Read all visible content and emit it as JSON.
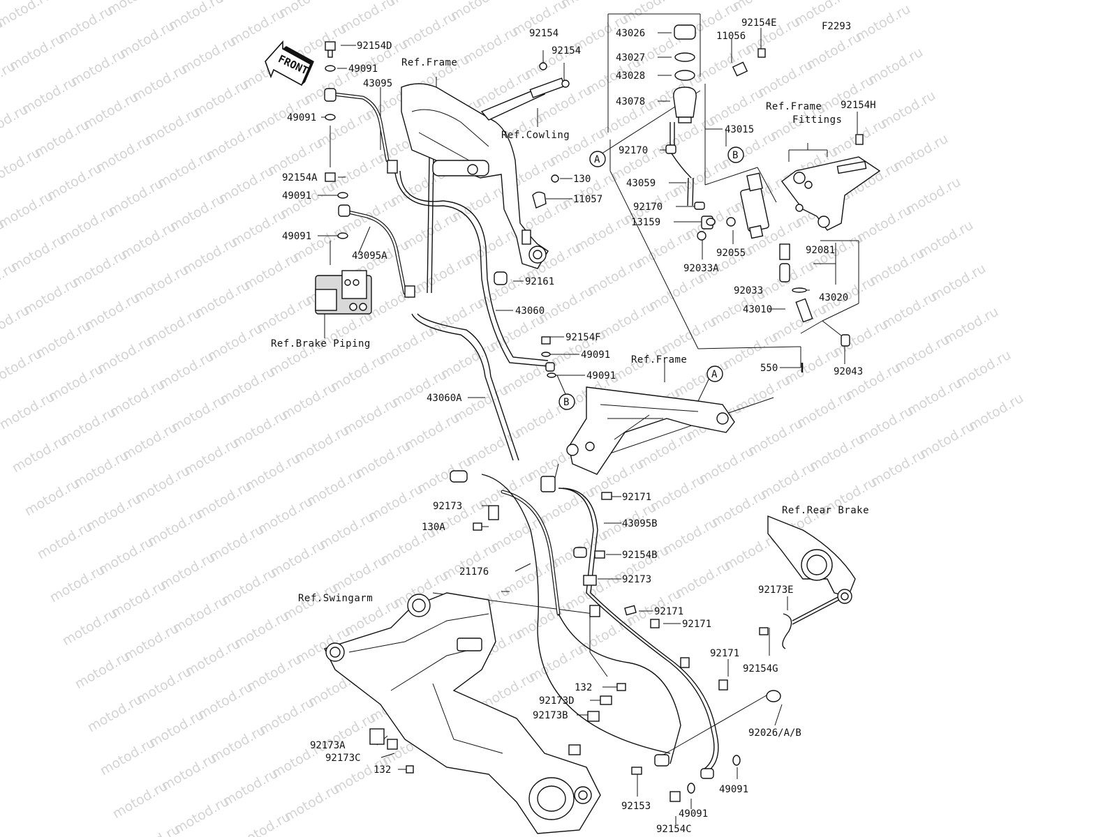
{
  "figure_code": "F2293",
  "watermark": "motod.ru",
  "front_label": "FRONT",
  "callouts": {
    "A": "A",
    "B": "B"
  },
  "ref_labels": {
    "frame_top": "Ref.Frame",
    "cowling": "Ref.Cowling",
    "frame_fittings_1": "Ref.Frame",
    "frame_fittings_2": "Fittings",
    "brake_piping": "Ref.Brake Piping",
    "frame_mid": "Ref.Frame",
    "rear_brake": "Ref.Rear Brake",
    "swingarm": "Ref.Swingarm"
  },
  "part_labels": {
    "p92154D": "92154D",
    "p49091_a": "49091",
    "p43095": "43095",
    "p49091_b": "49091",
    "p92154A": "92154A",
    "p49091_c": "49091",
    "p49091_d": "49091",
    "p43095A": "43095A",
    "p92154_a": "92154",
    "p92154_b": "92154",
    "p130": "130",
    "p11057": "11057",
    "p92161": "92161",
    "p43060": "43060",
    "p92154F": "92154F",
    "p49091_e": "49091",
    "p49091_f": "49091",
    "p43060A": "43060A",
    "p43026": "43026",
    "p43027": "43027",
    "p43028": "43028",
    "p43078": "43078",
    "p11056": "11056",
    "p92154E": "92154E",
    "p43015": "43015",
    "p92154H": "92154H",
    "p92170_a": "92170",
    "p43059": "43059",
    "p92170_b": "92170",
    "p13159": "13159",
    "p92055": "92055",
    "p92033A": "92033A",
    "p92081": "92081",
    "p92033": "92033",
    "p43020": "43020",
    "p43010": "43010",
    "p550": "550",
    "p92043": "92043",
    "p92171_a": "92171",
    "p92173_a": "92173",
    "p130A": "130A",
    "p43095B": "43095B",
    "p92154B": "92154B",
    "p21176": "21176",
    "p92173_b": "92173",
    "p92171_b": "92171",
    "p92171_c": "92171",
    "p92173E": "92173E",
    "p92154G": "92154G",
    "p92171_d": "92171",
    "p132_a": "132",
    "p92173D": "92173D",
    "p92173B": "92173B",
    "p92026AB": "92026/A/B",
    "p92173A": "92173A",
    "p92173C": "92173C",
    "p132_b": "132",
    "p92153": "92153",
    "p49091_g": "49091",
    "p49091_h": "49091",
    "p92154C": "92154C"
  }
}
